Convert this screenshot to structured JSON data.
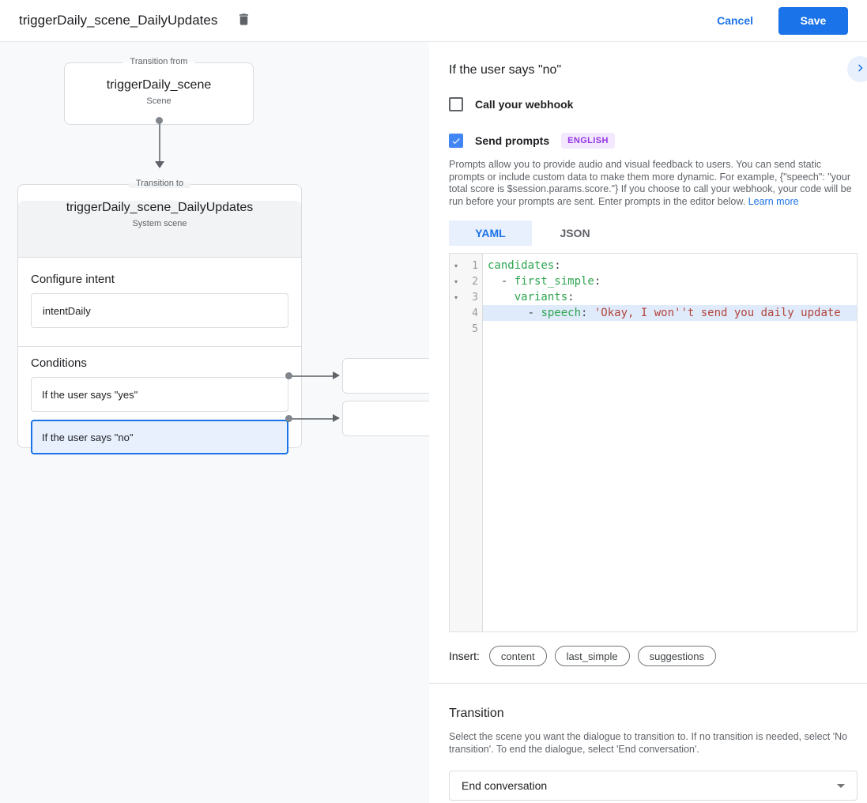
{
  "header": {
    "title": "triggerDaily_scene_DailyUpdates",
    "cancel_label": "Cancel",
    "save_label": "Save"
  },
  "diagram": {
    "from_box": {
      "label": "Transition from",
      "title": "triggerDaily_scene",
      "subtitle": "Scene"
    },
    "to_box": {
      "label": "Transition to",
      "title": "triggerDaily_scene_DailyUpdates",
      "subtitle": "System scene"
    },
    "configure_intent": {
      "heading": "Configure intent",
      "value": "intentDaily"
    },
    "conditions": {
      "heading": "Conditions",
      "items": [
        {
          "label": "If the user says \"yes\"",
          "selected": false
        },
        {
          "label": "If the user says \"no\"",
          "selected": true
        }
      ]
    }
  },
  "panel": {
    "title": "If the user says \"no\"",
    "webhook_checkbox": {
      "label": "Call your webhook",
      "checked": false
    },
    "prompts_checkbox": {
      "label": "Send prompts",
      "checked": true,
      "badge": "ENGLISH"
    },
    "description": "Prompts allow you to provide audio and visual feedback to users. You can send static prompts or include custom data to make them more dynamic. For example, {\"speech\": \"your total score is $session.params.score.\"} If you choose to call your webhook, your code will be run before your prompts are sent. Enter prompts in the editor below. ",
    "learn_more_label": "Learn more",
    "tabs": [
      {
        "label": "YAML",
        "active": true
      },
      {
        "label": "JSON",
        "active": false
      }
    ],
    "editor": {
      "lines": [
        {
          "number": "1",
          "fold": true,
          "active": false,
          "tokens": [
            {
              "c": "key",
              "t": "candidates"
            },
            {
              "c": "pun",
              "t": ":"
            }
          ]
        },
        {
          "number": "2",
          "fold": true,
          "active": false,
          "tokens": [
            {
              "c": "pun",
              "t": "  - "
            },
            {
              "c": "key",
              "t": "first_simple"
            },
            {
              "c": "pun",
              "t": ":"
            }
          ]
        },
        {
          "number": "3",
          "fold": true,
          "active": false,
          "tokens": [
            {
              "c": "pun",
              "t": "    "
            },
            {
              "c": "key",
              "t": "variants"
            },
            {
              "c": "pun",
              "t": ":"
            }
          ]
        },
        {
          "number": "4",
          "fold": false,
          "active": true,
          "tokens": [
            {
              "c": "pun",
              "t": "      - "
            },
            {
              "c": "key",
              "t": "speech"
            },
            {
              "c": "pun",
              "t": ": "
            },
            {
              "c": "str",
              "t": "'Okay, I won''t send you daily update"
            }
          ]
        },
        {
          "number": "5",
          "fold": false,
          "active": false,
          "tokens": []
        }
      ]
    },
    "insert": {
      "label": "Insert:",
      "chips": [
        "content",
        "last_simple",
        "suggestions"
      ]
    },
    "transition": {
      "heading": "Transition",
      "description": "Select the scene you want the dialogue to transition to. If no transition is needed, select 'No transition'. To end the dialogue, select 'End conversation'.",
      "select_value": "End conversation"
    }
  },
  "colors": {
    "accent_blue": "#1a73e8",
    "checkbox_blue": "#4285f4",
    "selected_bg": "#e8f0fe",
    "badge_text": "#9334e6",
    "badge_bg": "#f3e8fd",
    "code_key_green": "#2da44e",
    "code_string_red": "#b3443c",
    "active_line_bg": "#dfeafa"
  }
}
